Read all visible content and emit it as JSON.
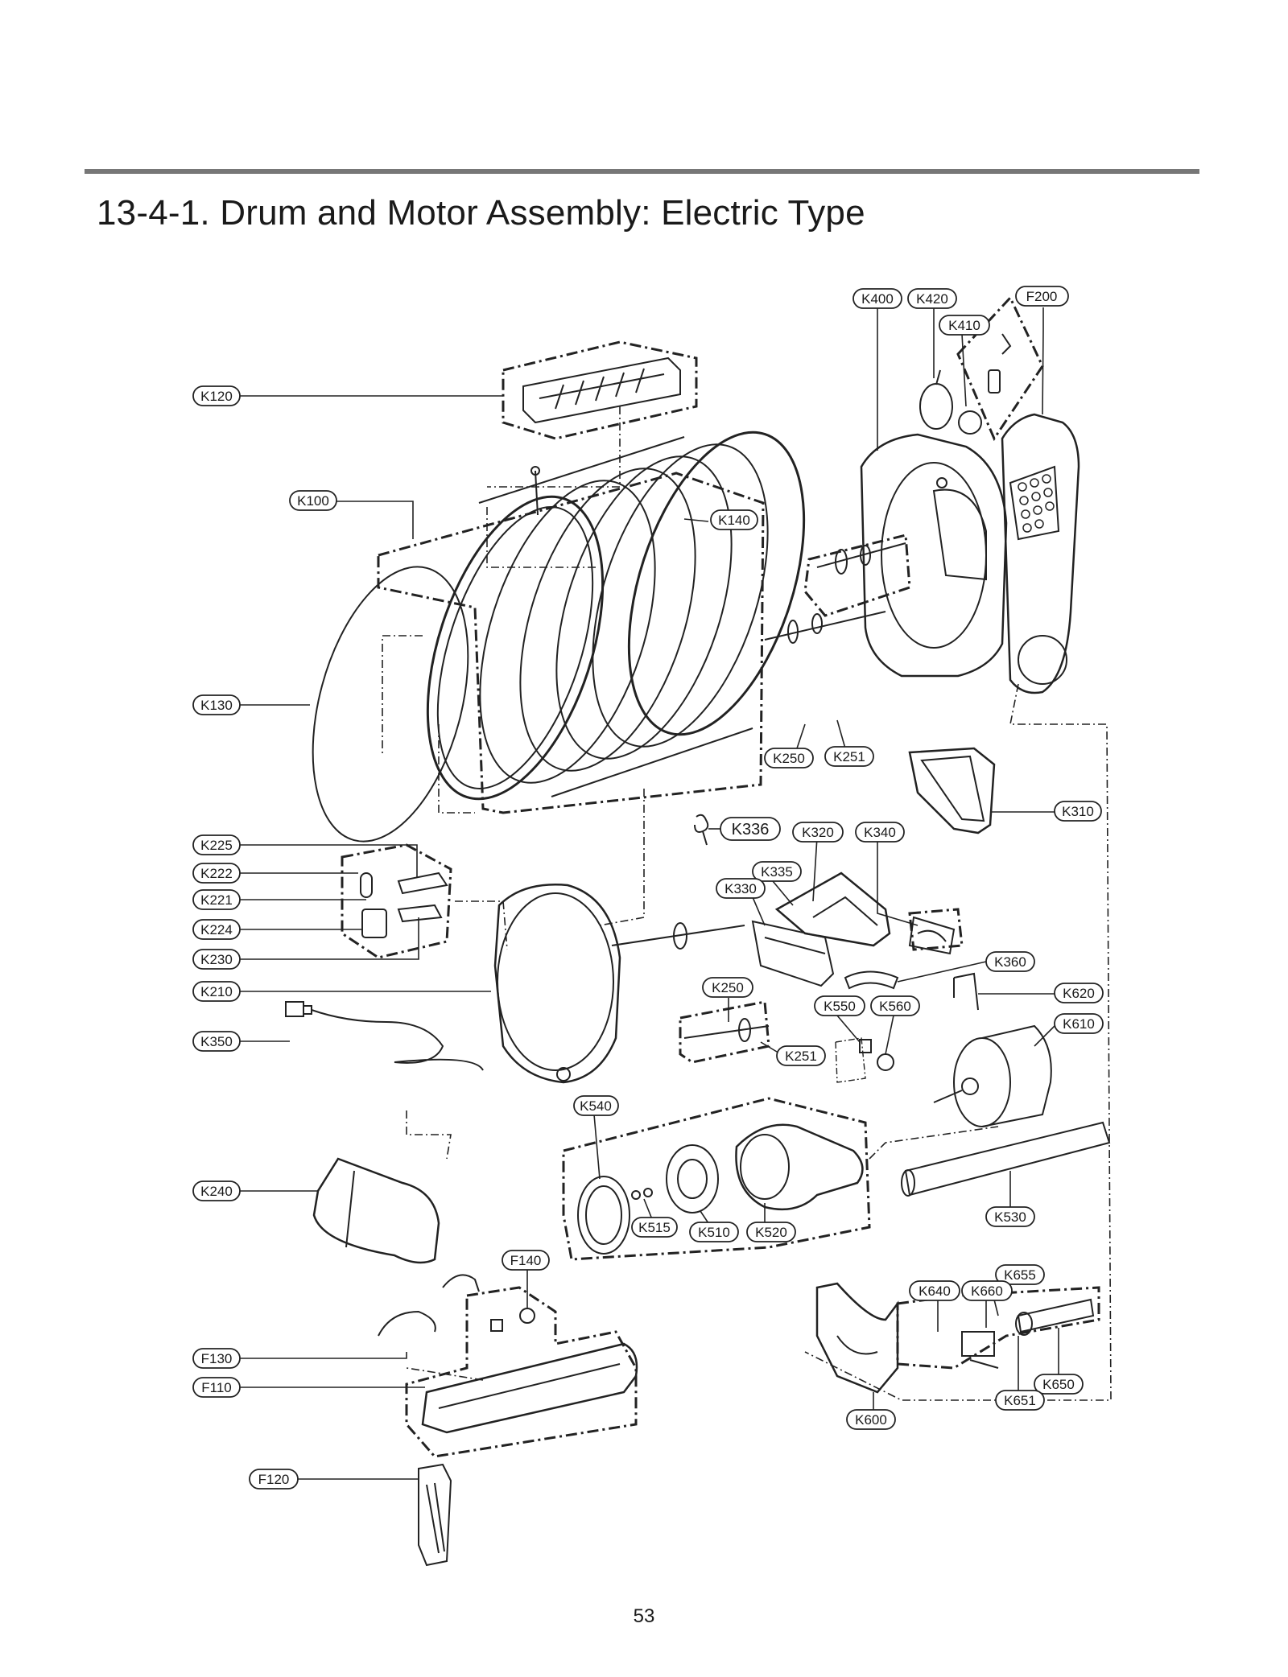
{
  "title": "13-4-1. Drum and Motor Assembly: Electric Type",
  "page_number": "53",
  "callouts": {
    "K400": "K400",
    "K420": "K420",
    "F200": "F200",
    "K410": "K410",
    "K120": "K120",
    "K100": "K100",
    "K140": "K140",
    "K130": "K130",
    "K250a": "K250",
    "K251a": "K251",
    "K310": "K310",
    "K336": "K336",
    "K320": "K320",
    "K340": "K340",
    "K225": "K225",
    "K222": "K222",
    "K221": "K221",
    "K335": "K335",
    "K330": "K330",
    "K224": "K224",
    "K230": "K230",
    "K360": "K360",
    "K210": "K210",
    "K250b": "K250",
    "K620": "K620",
    "K550": "K550",
    "K560": "K560",
    "K610": "K610",
    "K350": "K350",
    "K251b": "K251",
    "K540": "K540",
    "K240": "K240",
    "K530": "K530",
    "K515": "K515",
    "K510": "K510",
    "K520": "K520",
    "F140": "F140",
    "K655": "K655",
    "K640": "K640",
    "K660": "K660",
    "F130": "F130",
    "F110": "F110",
    "K650": "K650",
    "K651": "K651",
    "K600": "K600",
    "F120": "F120"
  }
}
